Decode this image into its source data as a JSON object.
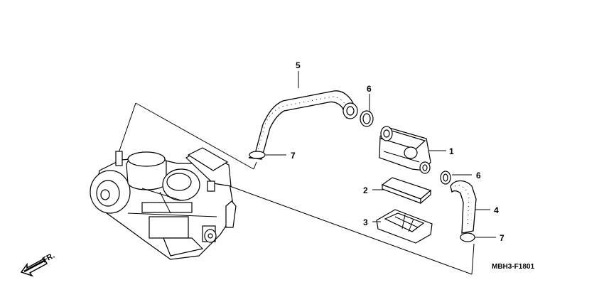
{
  "parts": [
    {
      "id": "p1",
      "number": "1"
    },
    {
      "id": "p2",
      "number": "2"
    },
    {
      "id": "p3",
      "number": "3"
    },
    {
      "id": "p4",
      "number": "4"
    },
    {
      "id": "p5",
      "number": "5"
    },
    {
      "id": "p6a",
      "number": "6"
    },
    {
      "id": "p6b",
      "number": "6"
    },
    {
      "id": "p7a",
      "number": "7"
    },
    {
      "id": "p7b",
      "number": "7"
    }
  ],
  "diagram_code": "MBH3-F1801",
  "direction_label": "FR."
}
